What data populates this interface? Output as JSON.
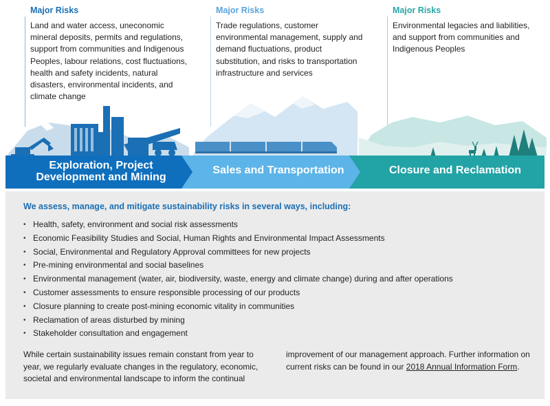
{
  "risks": [
    {
      "label": "Major Risks",
      "text": "Land and water access, uneconomic mineral deposits, permits and regulations, support from communities and Indigenous Peoples, labour relations, cost fluctuations, health and safety incidents, natural disasters, environmental incidents, and climate change"
    },
    {
      "label": "Major Risks",
      "text": "Trade regulations, customer environmental management, supply and demand fluctuations, product substitution, and risks to transportation infrastructure and services"
    },
    {
      "label": "Major Risks",
      "text": "Environmental legacies and liabilities, and support from communities and Indigenous Peoples"
    }
  ],
  "phases": {
    "p1_line1": "Exploration, Project",
    "p1_line2": "Development and Mining",
    "p2": "Sales and Transportation",
    "p3": "Closure and Reclamation"
  },
  "colors": {
    "phase1": "#0f6fbd",
    "phase2": "#5db4e8",
    "phase3": "#22a3a5"
  },
  "icons": [
    "mountains-icon",
    "mine-facility-icon",
    "excavator-icon",
    "haul-truck-icon",
    "train-icon",
    "trees-icon",
    "deer-icon"
  ],
  "panel": {
    "heading": "We assess, manage, and mitigate sustainability risks in several ways, including:",
    "items": [
      "Health, safety, environment and social risk assessments",
      "Economic Feasibility Studies and Social, Human Rights and Environmental Impact Assessments",
      "Social, Environmental and Regulatory Approval committees for new projects",
      "Pre-mining environmental and social baselines",
      "Environmental management (water, air, biodiversity, waste, energy and climate change) during and after operations",
      "Customer assessments to ensure responsible processing of our products",
      "Closure planning to create post-mining economic vitality in communities",
      "Reclamation of areas disturbed by mining",
      "Stakeholder consultation and engagement"
    ],
    "para1": "While certain sustainability issues remain constant from year to year, we regularly evaluate changes in the regulatory, economic, societal and environmental landscape to inform the continual",
    "para2_text": "improvement of our management approach. Further information on current risks can be found in our ",
    "para2_link": "2018 Annual Information Form",
    "para2_end": "."
  }
}
